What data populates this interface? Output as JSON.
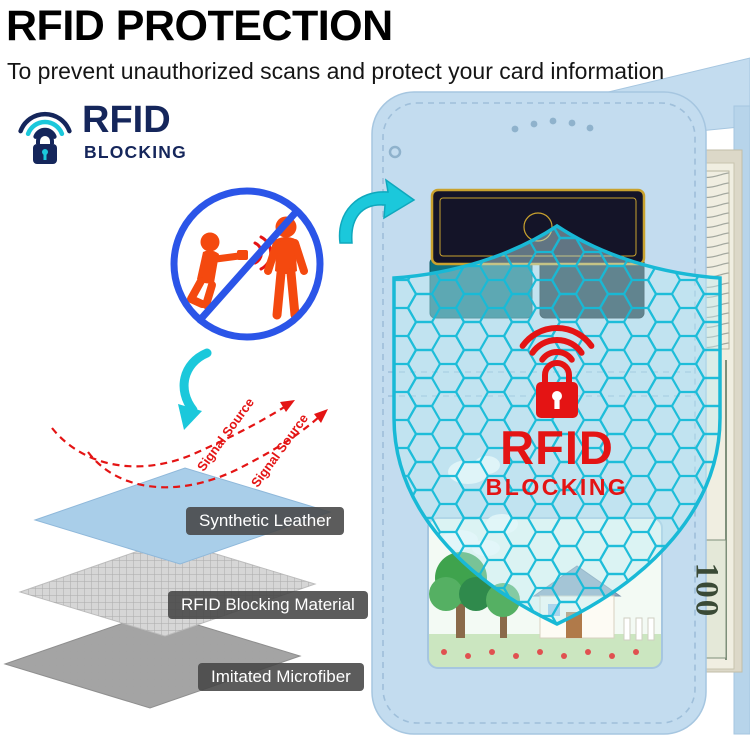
{
  "header": {
    "title": "RFID PROTECTION",
    "subtitle": "To prevent unauthorized scans and protect your card information"
  },
  "logo": {
    "name": "RFID",
    "tagline": "BLOCKING"
  },
  "shield": {
    "word": "RFID",
    "subword": "BLOCKING"
  },
  "layers": {
    "items": [
      {
        "label": "Synthetic Leather"
      },
      {
        "label": "RFID Blocking Material"
      },
      {
        "label": "Imitated Microfiber"
      }
    ]
  },
  "signal_source": {
    "label_1": "Signal Source",
    "label_2": "Signal Source"
  },
  "money": {
    "denomination": "100"
  },
  "colors": {
    "accent_teal": "#1BC8DB",
    "alert_red": "#E41414",
    "case_blue": "#C3DCEF",
    "brand_navy": "#15265B",
    "prohibition_blue": "#2B55E8",
    "figure_orange": "#F4490F",
    "label_background": "#4A4A4A"
  }
}
